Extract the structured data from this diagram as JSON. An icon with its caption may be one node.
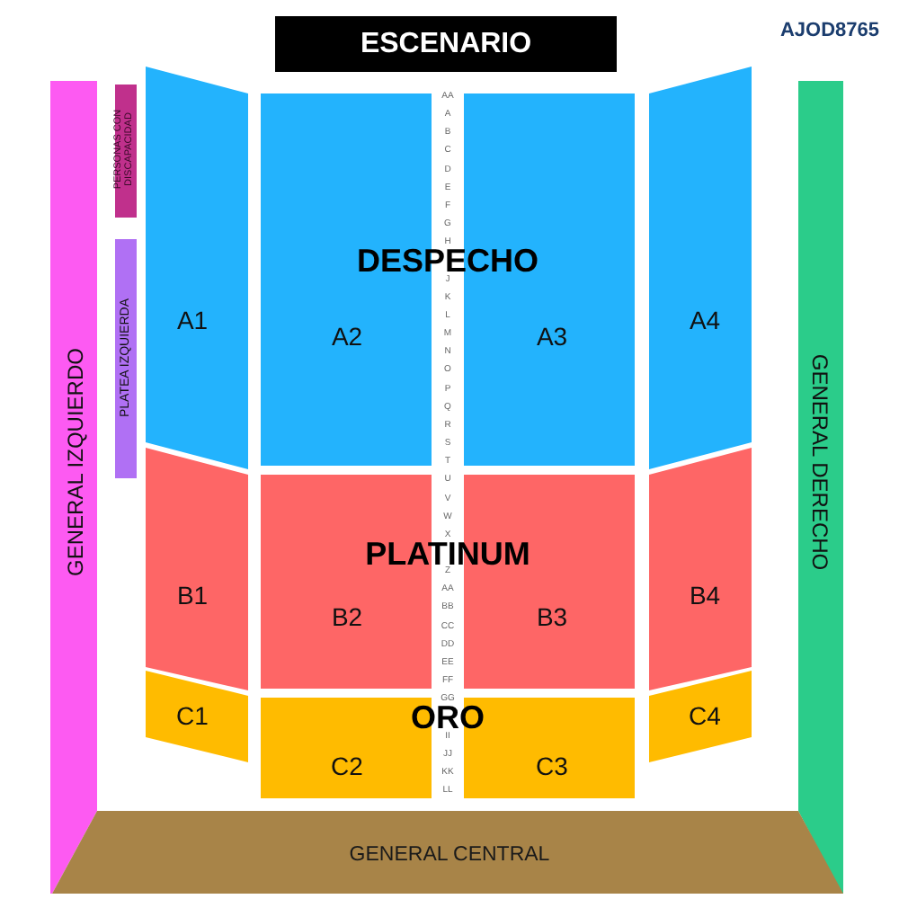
{
  "diagram": {
    "nodes": [
      {
        "text": [
          "ESCENARIO"
        ]
      },
      {
        "text": [
          "GENERAL IZQUIERDO"
        ]
      },
      {
        "text": [
          "PERSONAS CON DISCAPACIDAD"
        ]
      },
      {
        "text": [
          "PLATEA IZQUIERDA"
        ]
      },
      {
        "text": [
          "A1"
        ]
      },
      {
        "text": [
          "A2"
        ]
      },
      {
        "text": [
          "A3"
        ]
      },
      {
        "text": [
          "A4"
        ]
      },
      {
        "text": [
          "GENERAL DERECHO"
        ]
      },
      {
        "text": [
          "B1"
        ]
      },
      {
        "text": [
          "B2"
        ]
      },
      {
        "text": [
          "B3"
        ]
      },
      {
        "text": [
          "B4"
        ]
      },
      {
        "text": [
          "C1"
        ]
      },
      {
        "text": [
          "C2"
        ]
      },
      {
        "text": [
          "C3"
        ]
      },
      {
        "text": [
          "C4"
        ]
      },
      {
        "text": [
          "GENERAL CENTRAL"
        ]
      }
    ],
    "labels": [
      "AJOD8765",
      "DESPECHO",
      "PLATINUM",
      "ORO",
      "AA",
      "A",
      "B",
      "C",
      "D",
      "E",
      "F",
      "G",
      "H",
      "J",
      "K",
      "L",
      "M",
      "N",
      "O",
      "P",
      "Q",
      "R",
      "S",
      "T",
      "U",
      "V",
      "W",
      "X",
      "Z",
      "AA",
      "BB",
      "CC",
      "DD",
      "EE",
      "FF",
      "GG",
      "II",
      "JJ",
      "KK",
      "LL"
    ]
  }
}
